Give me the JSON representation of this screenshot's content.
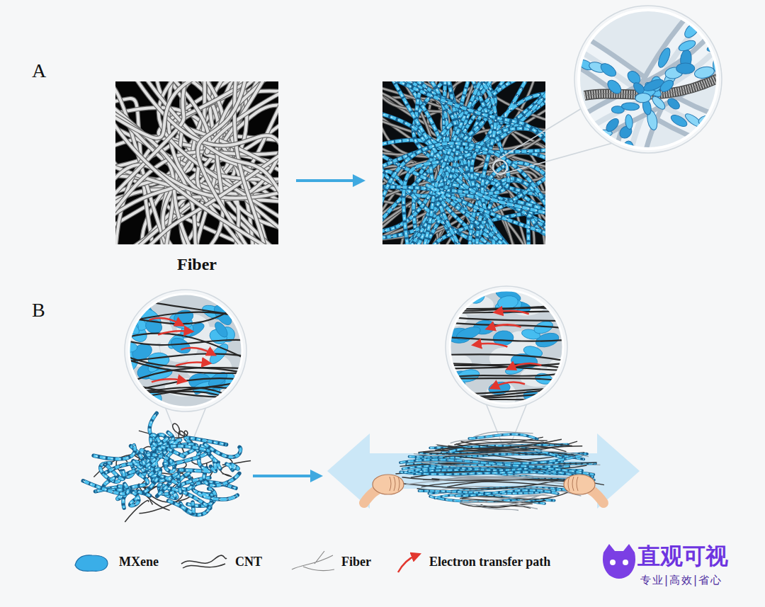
{
  "diagram": {
    "labels": [
      "A",
      "Fiber",
      "B",
      "直观可视",
      "专业|高效|省心"
    ],
    "legend": [
      {
        "text": "MXene",
        "color": "#3aaee8"
      },
      {
        "text": "CNT"
      },
      {
        "text": "Fiber"
      },
      {
        "text": "Electron transfer path"
      }
    ]
  }
}
